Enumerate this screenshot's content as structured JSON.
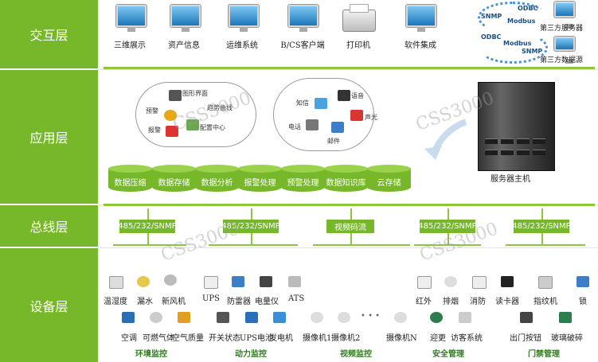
{
  "layers": [
    "交互层",
    "应用层",
    "总线层",
    "设备层"
  ],
  "interaction": {
    "clients": [
      "三维展示",
      "资产信息",
      "运维系统",
      "B/CS客户端",
      "打印机",
      "软件集成"
    ],
    "third_party": [
      "第三方服务器",
      "第三方数据源"
    ],
    "protocols": [
      "ODBC",
      "SNMP",
      "Modbus",
      "ODBC",
      "Modbus",
      "SNMP"
    ]
  },
  "application": {
    "cloud1": [
      "图形界面",
      "趋势曲线",
      "预警",
      "报警",
      "配置中心"
    ],
    "cloud2": [
      "知信",
      "语音",
      "声光",
      "电话",
      "邮件"
    ],
    "services": [
      "数据压缩",
      "数据存储",
      "数据分析",
      "报警处理",
      "预警处理",
      "数据知识库",
      "云存储"
    ],
    "server_label": "服务器主机"
  },
  "bus": {
    "boxes": [
      "485/232/SNMP",
      "485/232/SNMP",
      "视频码流",
      "485/232/SNMP",
      "485/232/SNMP"
    ]
  },
  "devices": {
    "env_top": [
      "温湿度",
      "漏水",
      "新风机"
    ],
    "env_bottom": [
      "空调",
      "可燃气体",
      "空气质量"
    ],
    "power_top": [
      "UPS",
      "防雷器",
      "电量仪",
      "ATS"
    ],
    "power_bottom": [
      "开关状态",
      "UPS电池",
      "发电机"
    ],
    "video": [
      "摄像机1",
      "摄像机2",
      "摄像机N"
    ],
    "video_dots": "• • •",
    "security_top": [
      "红外",
      "排烟",
      "消防"
    ],
    "security_bottom": [
      "迎更",
      "访客系统"
    ],
    "access_top": [
      "读卡器",
      "指纹机",
      "锁"
    ],
    "access_bottom": [
      "出门按钮",
      "玻璃破碎"
    ]
  },
  "groups": [
    "环境监控",
    "动力监控",
    "视频监控",
    "安全管理",
    "门禁管理"
  ],
  "watermark": "CSS3000",
  "colors": {
    "green": "#76b82a",
    "line": "#8cc63f",
    "blue": "#1c76b8"
  }
}
